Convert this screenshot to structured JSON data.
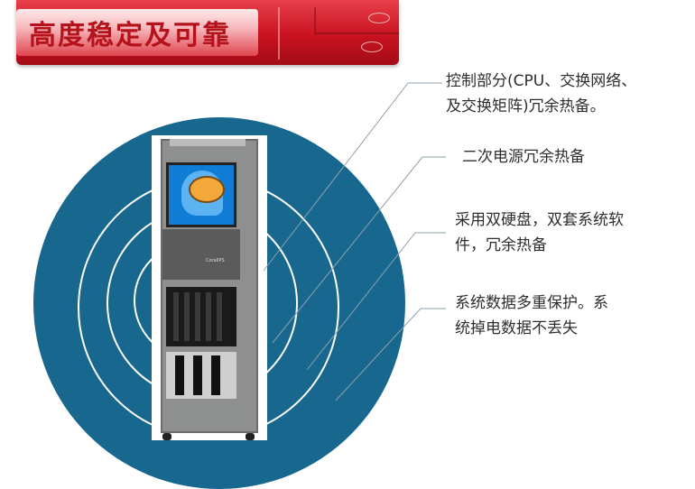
{
  "banner": {
    "title": "高度稳定及可靠"
  },
  "rack": {
    "brand": "CoralIPS"
  },
  "callouts": [
    {
      "line1": "控制部分(CPU、交换网络、",
      "line2": "及交换矩阵)冗余热备。"
    },
    {
      "line1": "二次电源冗余热备",
      "line2": ""
    },
    {
      "line1": "采用双硬盘，双套系统软",
      "line2": "件，冗余热备"
    },
    {
      "line1": "系统数据多重保护。系",
      "line2": "统掉电数据不丢失"
    }
  ],
  "colors": {
    "banner": "#c8121f",
    "title_text": "#b5121b",
    "circle": "#17678e"
  }
}
